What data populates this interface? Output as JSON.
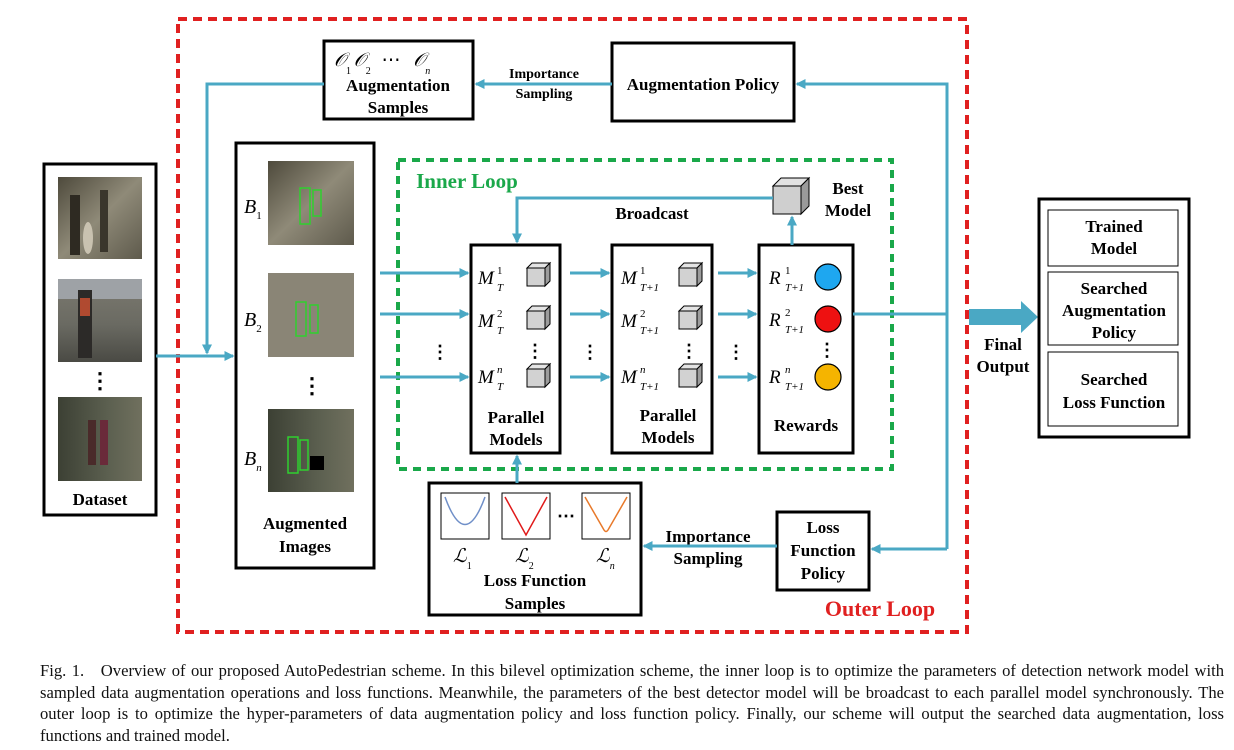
{
  "diagram": {
    "outer_loop_label": "Outer Loop",
    "inner_loop_label": "Inner Loop",
    "dataset_label": "Dataset",
    "augmented_images_line1": "Augmented",
    "augmented_images_line2": "Images",
    "batches": [
      "B",
      "B",
      "B"
    ],
    "batch_subs": [
      "1",
      "2",
      "n"
    ],
    "aug_samples_symbols": [
      "𝒪",
      "𝒪",
      "𝒪"
    ],
    "aug_samples_subs": [
      "1",
      "2",
      "n"
    ],
    "aug_samples_line1": "Augmentation",
    "aug_samples_line2": "Samples",
    "importance_sampling_top_1": "Importance",
    "importance_sampling_top_2": "Sampling",
    "augmentation_policy": "Augmentation Policy",
    "broadcast": "Broadcast",
    "best_model_1": "Best",
    "best_model_2": "Model",
    "parallel_models_1_line1": "Parallel",
    "parallel_models_1_line2": "Models",
    "parallel_models_2_line1": "Parallel",
    "parallel_models_2_line2": "Models",
    "model_symbol": "M",
    "model_sups": [
      "1",
      "2",
      "n"
    ],
    "model_sub_t": "T",
    "model_sub_t1": "T+1",
    "reward_symbol": "R",
    "rewards_label": "Rewards",
    "loss_samples_symbol": "ℒ",
    "loss_samples_subs": [
      "1",
      "2",
      "n"
    ],
    "loss_samples_line1": "Loss Function",
    "loss_samples_line2": "Samples",
    "importance_sampling_bottom_1": "Importance",
    "importance_sampling_bottom_2": "Sampling",
    "loss_policy_1": "Loss",
    "loss_policy_2": "Function",
    "loss_policy_3": "Policy",
    "final_output_1": "Final",
    "final_output_2": "Output",
    "trained_model_1": "Trained",
    "trained_model_2": "Model",
    "searched_aug_1": "Searched",
    "searched_aug_2": "Augmentation",
    "searched_aug_3": "Policy",
    "searched_loss_1": "Searched",
    "searched_loss_2": "Loss Function",
    "reward_colors": [
      "#1ea7f0",
      "#ee1111",
      "#f5b400"
    ],
    "loss_curve_colors": [
      "#6f8fc8",
      "#e01a1a",
      "#e8792a"
    ],
    "arrow_color": "#4aa8c4",
    "outer_loop_color": "#e02020",
    "inner_loop_color": "#1aa84a"
  },
  "caption": "Fig. 1. Overview of our proposed AutoPedestrian scheme. In this bilevel optimization scheme, the inner loop is to optimize the parameters of detection network model with sampled data augmentation operations and loss functions. Meanwhile, the parameters of the best detector model will be broadcast to each parallel model synchronously. The outer loop is to optimize the hyper-parameters of data augmentation policy and loss function policy. Finally, our scheme will output the searched data augmentation, loss functions and trained model."
}
